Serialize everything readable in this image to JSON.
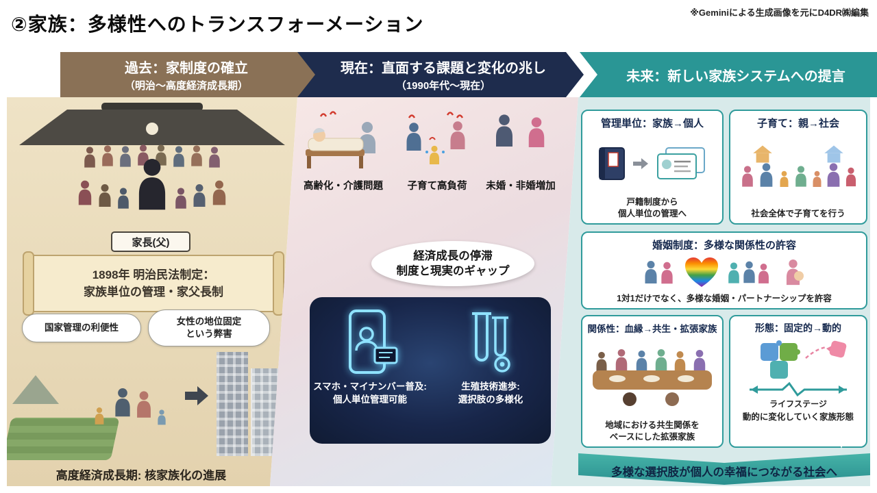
{
  "page": {
    "title": "②家族：多様性へのトランスフォーメーション",
    "credit": "※Geminiによる生成画像を元にD4DR㈱編集"
  },
  "past": {
    "header": {
      "title": "過去：家制度の確立",
      "subtitle": "（明治〜高度経済成長期）"
    },
    "patriarch_label": "家長(父)",
    "scroll": {
      "line1": "1898年 明治民法制定：",
      "line2": "家族単位の管理・家父長制"
    },
    "bubbles": {
      "left": "国家管理の利便性",
      "right1": "女性の地位固定",
      "right2": "という弊害"
    },
    "caption": "高度経済成長期: 核家族化の進展"
  },
  "present": {
    "header": {
      "title": "現在：直面する課題と変化の兆し",
      "subtitle": "（1990年代〜現在）"
    },
    "issues": [
      {
        "label": "高齢化・介護問題",
        "icon": "elderly-care-icon"
      },
      {
        "label": "子育て高負荷",
        "icon": "parenting-burden-icon"
      },
      {
        "label": "未婚・非婚増加",
        "icon": "unmarried-increase-icon"
      }
    ],
    "oval": {
      "line1": "経済成長の停滞",
      "line2": "制度と現実のギャップ"
    },
    "tech": [
      {
        "line1": "スマホ・マイナンバー普及:",
        "line2": "個人単位管理可能",
        "icon": "smartphone-id-icon"
      },
      {
        "line1": "生殖技術進歩:",
        "line2": "選択肢の多様化",
        "icon": "test-tubes-icon"
      }
    ]
  },
  "future": {
    "header": {
      "title": "未来：新しい家族システムへの提言"
    },
    "boxes": [
      {
        "title": "管理単位：家族→個人",
        "cap1": "戸籍制度から",
        "cap2": "個人単位の管理へ"
      },
      {
        "title": "子育て：親→社会",
        "cap": "社会全体で子育てを行う"
      },
      {
        "title": "婚姻制度：多様な関係性の許容",
        "cap": "1対1だけでなく、多様な婚姻・パートナーシップを許容"
      },
      {
        "title": "関係性：血縁→共生・拡張家族",
        "cap1": "地域における共生関係を",
        "cap2": "ベースにした拡張家族"
      },
      {
        "title": "形態：固定的→動的",
        "label": "ライフステージ",
        "cap": "動的に変化していく家族形態"
      }
    ],
    "banner": "多様な選択肢が個人の幸福につながる社会へ"
  },
  "colors": {
    "past_header": "#8a7156",
    "present_header": "#1e2c4d",
    "future_header": "#2a9695",
    "future_box_border": "#2f9b9b",
    "neon_cyan": "#8fe2ff"
  }
}
